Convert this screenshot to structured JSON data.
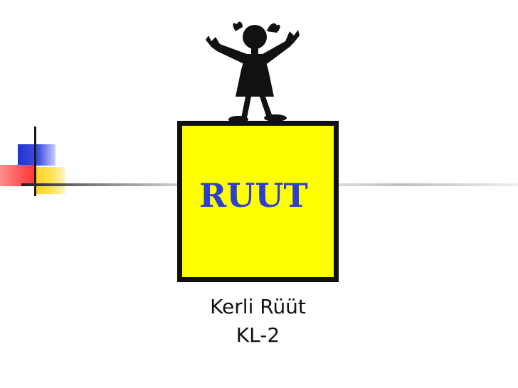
{
  "slide": {
    "title": "RUUT",
    "author": "Kerli Rüüt",
    "group": "KL-2"
  },
  "icons": {
    "clipart": "girl-arms-raised-icon"
  },
  "colors": {
    "box_fill": "#ffff00",
    "title_color": "#2d3fd1",
    "accent_blue": "#2233cc",
    "accent_red": "#ff4d4d",
    "accent_yellow": "#ffd21a"
  }
}
